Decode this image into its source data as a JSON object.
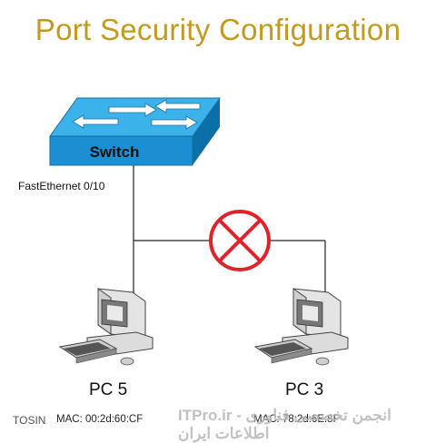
{
  "title": "Port Security Configuration",
  "switch": {
    "label": "Switch",
    "port": "FastEthernet 0/10"
  },
  "pcs": [
    {
      "label": "PC 5",
      "mac": "MAC: 00:2d:60:CF"
    },
    {
      "label": "PC 3",
      "mac": "MAC: 78:2d:6E:8F"
    }
  ],
  "blocked_icon": "blocked-x-circle",
  "colors": {
    "title": "#c39a1e",
    "switch_front": "#1b8fd1",
    "switch_top": "#33aee8",
    "blocked": "#e0232b"
  },
  "watermark": {
    "left": "TOSIN",
    "right": "ITPro.ir - انجمن تخصصی فناوری اطلاعات ایران"
  }
}
